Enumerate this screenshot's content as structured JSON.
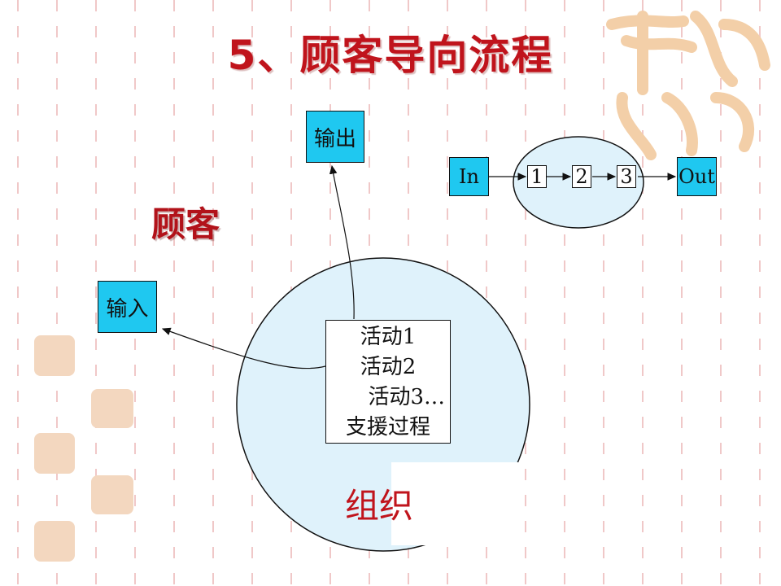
{
  "title": "5、顾客导向流程",
  "labels": {
    "customer": "顾客",
    "organization": "组织"
  },
  "boxes": {
    "input": "输入",
    "output": "输出"
  },
  "activities": [
    "活动1",
    "活动2",
    "活动3…",
    "支援过程"
  ],
  "mini_flow": {
    "in": "In",
    "steps": [
      "1",
      "2",
      "3"
    ],
    "out": "Out"
  },
  "colors": {
    "title": "#c0141c",
    "box_fill": "#1fc8f0",
    "circle_fill": "#dff2fb",
    "background_dashes": "#f0c8c8",
    "watermark": "#e8a060"
  }
}
